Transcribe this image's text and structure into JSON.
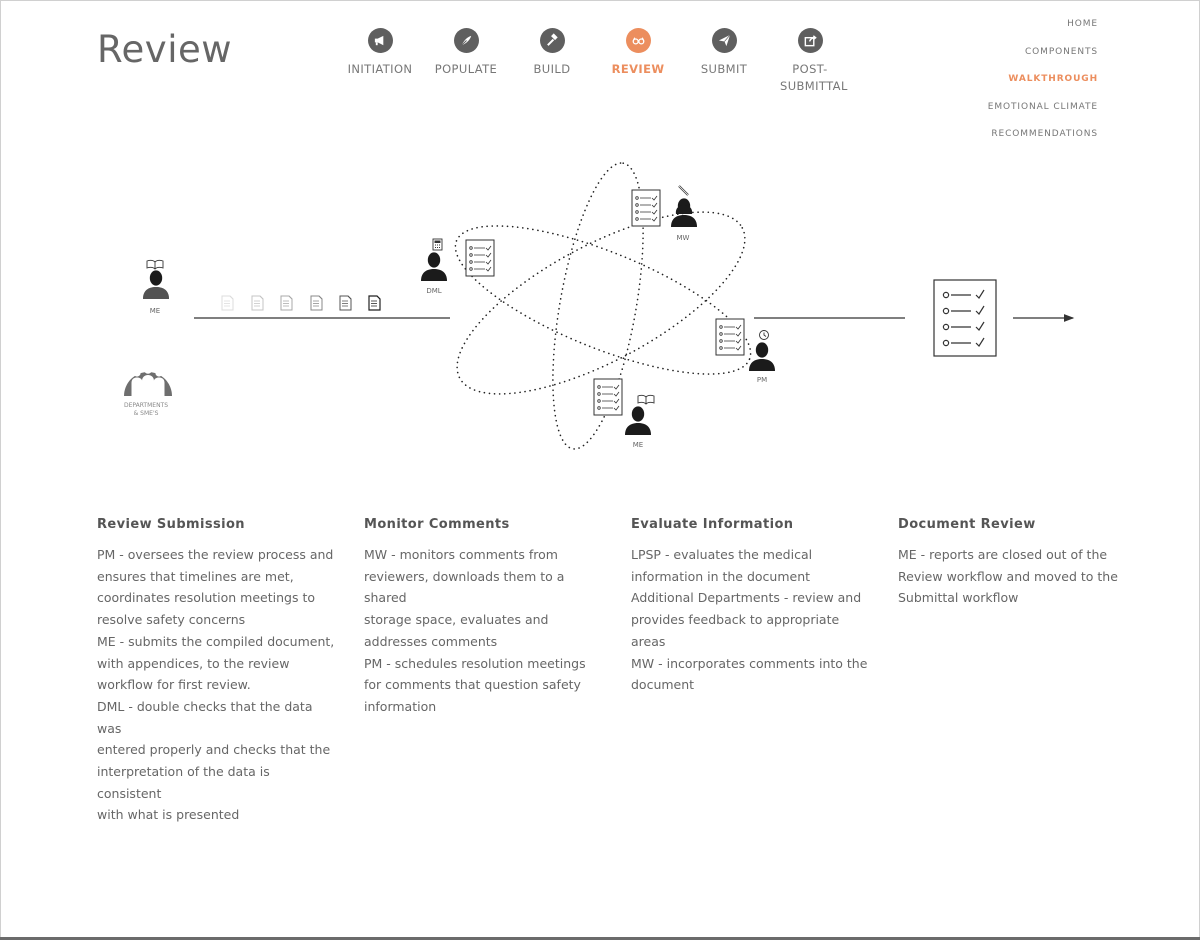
{
  "page": {
    "title": "Review"
  },
  "workflow_steps": [
    {
      "label": "INITIATION",
      "icon": "megaphone-icon",
      "active": false
    },
    {
      "label": "POPULATE",
      "icon": "quill-icon",
      "active": false
    },
    {
      "label": "BUILD",
      "icon": "hammer-icon",
      "active": false
    },
    {
      "label": "REVIEW",
      "icon": "glasses-icon",
      "active": true
    },
    {
      "label": "SUBMIT",
      "icon": "paper-plane-icon",
      "active": false
    },
    {
      "label": "POST-SUBMITTAL",
      "icon": "share-icon",
      "active": false
    }
  ],
  "nav": {
    "items": [
      {
        "label": "HOME",
        "active": false
      },
      {
        "label": "COMPONENTS",
        "active": false
      },
      {
        "label": "WALKTHROUGH",
        "active": true
      },
      {
        "label": "EMOTIONAL CLIMATE",
        "active": false
      },
      {
        "label": "RECOMMENDATIONS",
        "active": false
      }
    ]
  },
  "diagram": {
    "labels": {
      "me_left": "ME",
      "departments_line1": "DEPARTMENTS",
      "departments_line2": "& SME'S",
      "dml": "DML",
      "mw": "MW",
      "pm": "PM",
      "me_bottom": "ME"
    },
    "colors": {
      "figure": "#1b1b1b",
      "group": "#6e6e6e",
      "line": "#333333"
    }
  },
  "sections": [
    {
      "title": "Review Submission",
      "lines": [
        "PM - oversees the review process and",
        "ensures that timelines are met,",
        "coordinates resolution meetings to",
        "resolve safety concerns",
        "ME - submits the compiled document,",
        "with appendices, to the review",
        "workflow for first review.",
        "DML - double checks that the data was",
        "entered properly and checks that the",
        "interpretation of the data is consistent",
        "with what is presented"
      ]
    },
    {
      "title": "Monitor Comments",
      "lines": [
        "MW - monitors comments from",
        "reviewers, downloads them to a shared",
        "storage space, evaluates and",
        "addresses comments",
        "PM - schedules resolution meetings",
        "for comments that question safety",
        "information"
      ]
    },
    {
      "title": "Evaluate Information",
      "lines": [
        "LPSP - evaluates the medical",
        "information in the document",
        "Additional Departments - review and",
        "provides feedback to appropriate areas",
        "MW - incorporates comments into the",
        "document"
      ]
    },
    {
      "title": "Document Review",
      "lines": [
        "ME - reports are closed out of the",
        "Review workflow and moved to the",
        "Submittal workflow"
      ]
    }
  ],
  "theme": {
    "accent": "#ec8e5e",
    "text": "#555555",
    "icon_bg": "#5f5f5f"
  }
}
